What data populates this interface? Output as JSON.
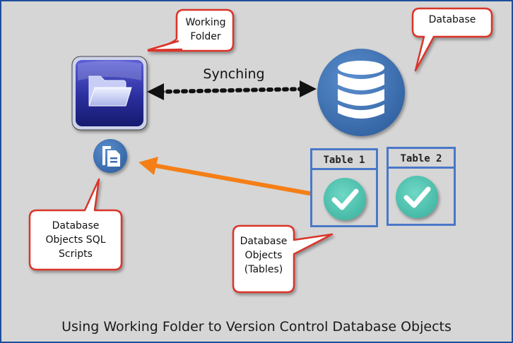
{
  "callouts": {
    "working_folder": "Working\nFolder",
    "database": "Database",
    "sql_scripts": "Database\nObjects SQL\nScripts",
    "db_objects": "Database\nObjects\n(Tables)"
  },
  "arrow_label": "Synching",
  "tables": [
    {
      "label": "Table 1"
    },
    {
      "label": "Table 2"
    }
  ],
  "caption": "Using Working Folder to Version Control Database Objects",
  "icons": {
    "folder": "folder-icon",
    "database": "database-icon",
    "scripts": "document-copy-icon",
    "check": "checkmark-icon"
  },
  "colors": {
    "background": "#d6d6d6",
    "frame": "#1f4e9c",
    "callout_border": "#d9342b",
    "table_border": "#4a78c8",
    "arrow_orange": "#f57f17",
    "folder_blue": "#2a2f8f",
    "database_blue": "#3a6fb0",
    "check_teal": "#4fc3b0"
  }
}
